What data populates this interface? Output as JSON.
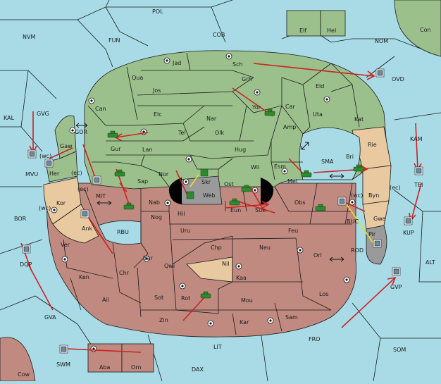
{
  "map": {
    "labels": {
      "POL": "POL",
      "NVM": "NVM",
      "FUN": "FUN",
      "COB": "COB",
      "NOM": "NOM",
      "Con": "Con",
      "Elf": "Elf",
      "Hel": "Hel",
      "OVD": "OVD",
      "KAL": "KAL",
      "GVG": "GVG",
      "GOR": "GOR",
      "MVU": "MVU",
      "wc_mvu": "(wc)",
      "Gaw": "Gaw",
      "Her": "Her",
      "ec_her": "(ec)",
      "MIT": "MIT",
      "ec_mit": "(ec)",
      "Kor": "Kor",
      "wc_kor": "(wc)",
      "BOR": "BOR",
      "Ank": "Ank",
      "RBU": "RBU",
      "Ver": "Ver",
      "DQP": "DQP",
      "Ken": "Ken",
      "Ail": "Ail",
      "Chr": "Chr",
      "GVA": "GVA",
      "SWM": "SWM",
      "Cow": "Cow",
      "Aba": "Aba",
      "Orn": "Orn",
      "DAX": "DAX",
      "LIT": "LIT",
      "FRO": "FRO",
      "SOM": "SOM",
      "ALT": "ALT",
      "GVP": "GVP",
      "KAM": "KAM",
      "TEI": "TEI",
      "ec_tei": "(ec)",
      "KUP": "KUP",
      "wc_buc": "(wc)",
      "BUC": "BUC",
      "ROD": "ROD",
      "Pir": "Pir",
      "Gwa": "Gwa",
      "Byn": "Byn",
      "Rie": "Rie",
      "Bri": "Bri",
      "SMA": "SMA",
      "Kat": "Kat",
      "Uta": "Uta",
      "Eld": "Eld",
      "Sch": "Sch",
      "Jad": "Jad",
      "Qua": "Qua",
      "Jos": "Jos",
      "Can": "Can",
      "Grh": "Grh",
      "Car": "Car",
      "Yor": "Yor",
      "Amp": "Amp",
      "Elc": "Elc",
      "Nar": "Nar",
      "Olk": "Olk",
      "Tel": "Tel",
      "Gur": "Gur",
      "Lan": "Lan",
      "Hug": "Hug",
      "Esm": "Esm",
      "Wil": "Wil",
      "Mel": "Mel",
      "Nor": "Nor",
      "Sap": "Sap",
      "Skr": "Skr",
      "Web": "Web",
      "Ost": "Ost",
      "Nab": "Nab",
      "Hil": "Hil",
      "Eun": "Eun",
      "Sun": "Sun",
      "Obs": "Obs",
      "Nog": "Nog",
      "Uru": "Uru",
      "Feu": "Feu",
      "Chp": "Chp",
      "Neu": "Neu",
      "Orl": "Orl",
      "Bar": "Bar",
      "Qwi": "Qwi",
      "Nil": "Nil",
      "Kaa": "Kaa",
      "Los": "Los",
      "Sot": "Sot",
      "Rot": "Rot",
      "Mou": "Mou",
      "Zin": "Zin",
      "Kar": "Kar",
      "Sam": "Sam"
    },
    "colors": {
      "sea": "#a8dbe6",
      "player_green": "#9cc08c",
      "player_tan": "#e8c9a0",
      "player_red": "#c08a80",
      "neutral_grey": "#9a9a9a",
      "move_order": "#cc2222",
      "support_order": "#e8e020"
    },
    "unit_types": [
      "fleet",
      "army"
    ]
  }
}
